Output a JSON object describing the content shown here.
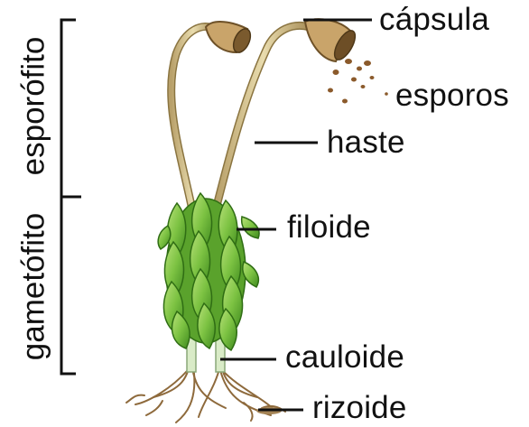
{
  "labels": {
    "capsula": "cápsula",
    "esporos": "esporos",
    "haste": "haste",
    "filoide": "filoide",
    "cauloide": "cauloide",
    "rizoide": "rizoide"
  },
  "brackets": {
    "esporofito": "esporófito",
    "gametofito": "gametófito"
  }
}
